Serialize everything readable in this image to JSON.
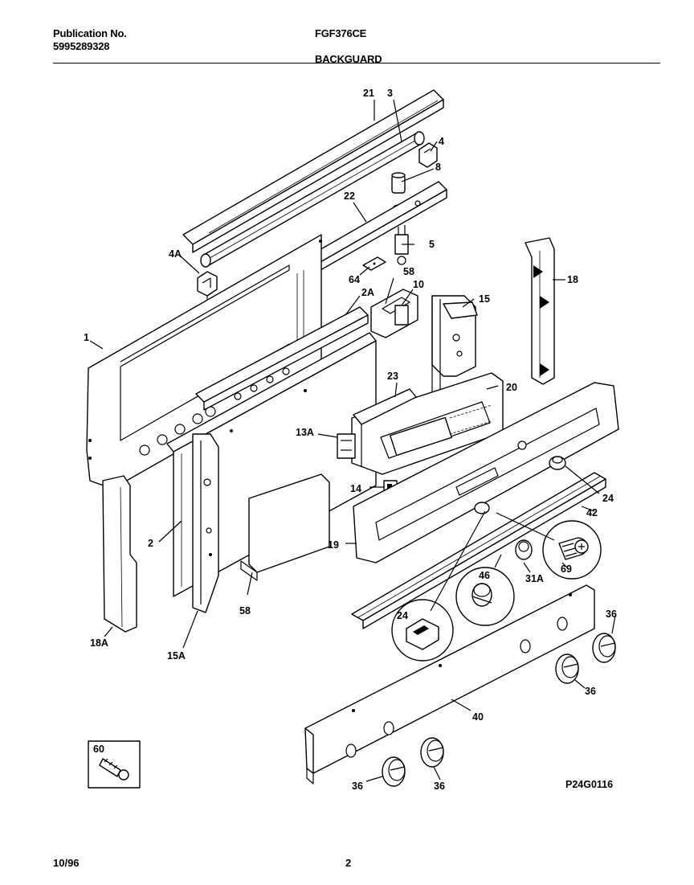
{
  "header": {
    "publication_label": "Publication No.",
    "publication_number": "5995289328",
    "model": "FGF376CE",
    "section": "BACKGUARD"
  },
  "diagram_code": "P24G0116",
  "footer": {
    "date": "10/96",
    "page": "2"
  },
  "callouts": {
    "c21": "21",
    "c3": "3",
    "c4": "4",
    "c8": "8",
    "c22": "22",
    "c5": "5",
    "c4a": "4A",
    "c64": "64",
    "c58a": "58",
    "c10": "10",
    "c2a": "2A",
    "c15": "15",
    "c18": "18",
    "c1": "1",
    "c23": "23",
    "c20": "20",
    "c13a": "13A",
    "c24a": "24",
    "c14": "14",
    "c42": "42",
    "c2": "2",
    "c19": "19",
    "c69": "69",
    "c46": "46",
    "c31a": "31A",
    "c58b": "58",
    "c18a": "18A",
    "c15a": "15A",
    "c24b": "24",
    "c36a": "36",
    "c36b": "36",
    "c40": "40",
    "c36c": "36",
    "c36d": "36",
    "c60": "60"
  }
}
